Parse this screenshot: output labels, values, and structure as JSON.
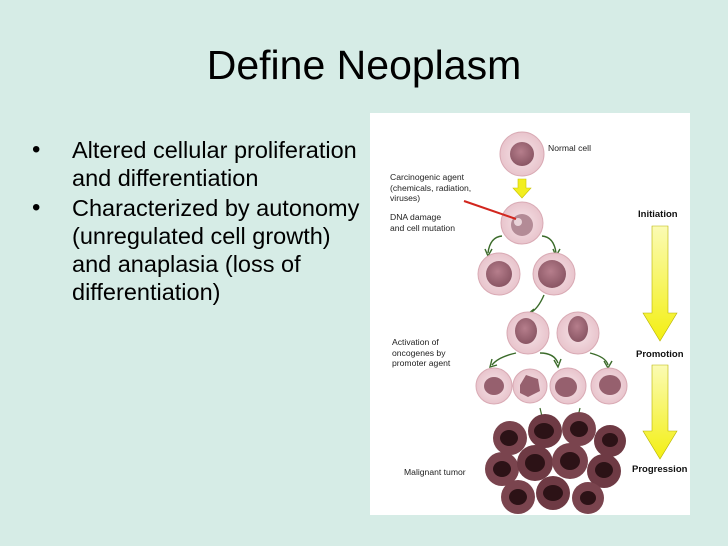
{
  "slide": {
    "title": "Define Neoplasm",
    "bullets": [
      "Altered cellular proliferation and differentiation",
      "Characterized by autonomy (unregulated cell growth) and anaplasia (loss of differentiation)"
    ]
  },
  "figure": {
    "labels": {
      "normal_cell": "Normal cell",
      "carcinogenic_agent": "Carcinogenic agent\n(chemicals, radiation,\nviruses)",
      "dna_damage": "DNA damage\nand cell mutation",
      "activation": "Activation of\noncogenes by\npromoter agent",
      "malignant_tumor": "Malignant tumor"
    },
    "stages": [
      "Initiation",
      "Promotion",
      "Progression"
    ],
    "colors": {
      "cell_outer": "#f2d6dc",
      "nucleus": "#a06a78",
      "tumor_cell": "#6a3a42",
      "tumor_nucleus": "#2a1014",
      "arrow_yellow": "#f2ee20"
    }
  }
}
